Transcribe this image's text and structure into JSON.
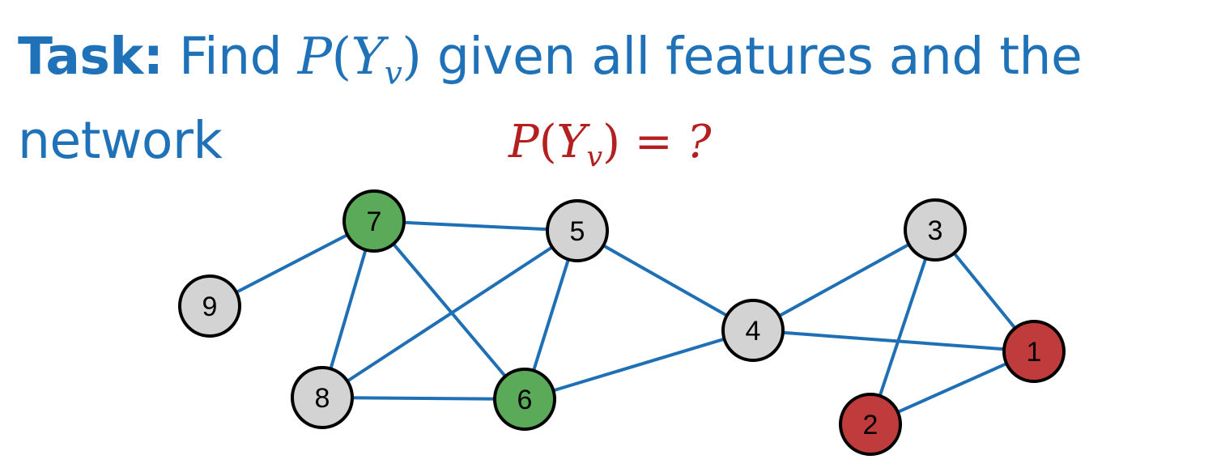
{
  "heading": {
    "bold_label": "Task:",
    "pre": "Find",
    "math": {
      "P": "P",
      "open": "(",
      "Y": "Y",
      "sub": "v",
      "close": ")"
    },
    "post": "given all features and the network"
  },
  "question": {
    "P": "P",
    "open": "(",
    "Y": "Y",
    "sub": "v",
    "close": ")",
    "rest": " = ?"
  },
  "colors": {
    "heading": "#1f72b8",
    "question": "#b3201f",
    "edge": "#1f6fb5",
    "node_unlabeled": "#d3d3d3",
    "node_green": "#5aaa5a",
    "node_red": "#c03b3b"
  },
  "graph": {
    "nodes": [
      {
        "id": "1",
        "label": "1",
        "class": "red"
      },
      {
        "id": "2",
        "label": "2",
        "class": "red"
      },
      {
        "id": "3",
        "label": "3",
        "class": "unlabeled"
      },
      {
        "id": "4",
        "label": "4",
        "class": "unlabeled"
      },
      {
        "id": "5",
        "label": "5",
        "class": "unlabeled"
      },
      {
        "id": "6",
        "label": "6",
        "class": "green"
      },
      {
        "id": "7",
        "label": "7",
        "class": "green"
      },
      {
        "id": "8",
        "label": "8",
        "class": "unlabeled"
      },
      {
        "id": "9",
        "label": "9",
        "class": "unlabeled"
      }
    ],
    "edges": [
      [
        "9",
        "7"
      ],
      [
        "7",
        "5"
      ],
      [
        "7",
        "8"
      ],
      [
        "7",
        "6"
      ],
      [
        "5",
        "8"
      ],
      [
        "5",
        "6"
      ],
      [
        "5",
        "4"
      ],
      [
        "8",
        "6"
      ],
      [
        "6",
        "4"
      ],
      [
        "4",
        "3"
      ],
      [
        "4",
        "1"
      ],
      [
        "3",
        "1"
      ],
      [
        "3",
        "2"
      ],
      [
        "1",
        "2"
      ]
    ]
  }
}
